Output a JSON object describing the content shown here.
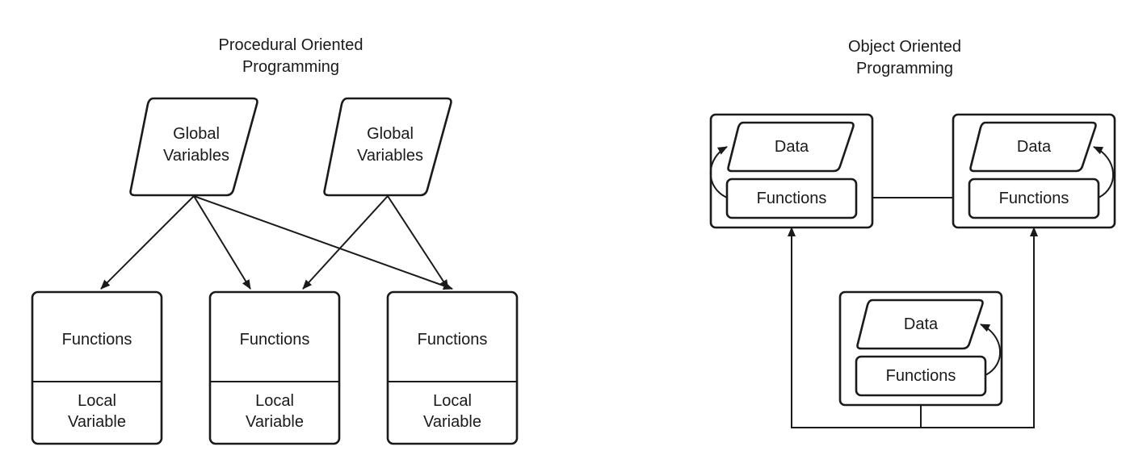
{
  "procedural": {
    "title_line1": "Procedural Oriented",
    "title_line2": "Programming",
    "global_variables": [
      {
        "line1": "Global",
        "line2": "Variables"
      },
      {
        "line1": "Global",
        "line2": "Variables"
      }
    ],
    "modules": [
      {
        "functions": "Functions",
        "local_line1": "Local",
        "local_line2": "Variable"
      },
      {
        "functions": "Functions",
        "local_line1": "Local",
        "local_line2": "Variable"
      },
      {
        "functions": "Functions",
        "local_line1": "Local",
        "local_line2": "Variable"
      }
    ]
  },
  "object_oriented": {
    "title_line1": "Object Oriented",
    "title_line2": "Programming",
    "objects": [
      {
        "data": "Data",
        "functions": "Functions"
      },
      {
        "data": "Data",
        "functions": "Functions"
      },
      {
        "data": "Data",
        "functions": "Functions"
      }
    ]
  },
  "colors": {
    "stroke": "#1a1a1a",
    "background": "#ffffff"
  }
}
